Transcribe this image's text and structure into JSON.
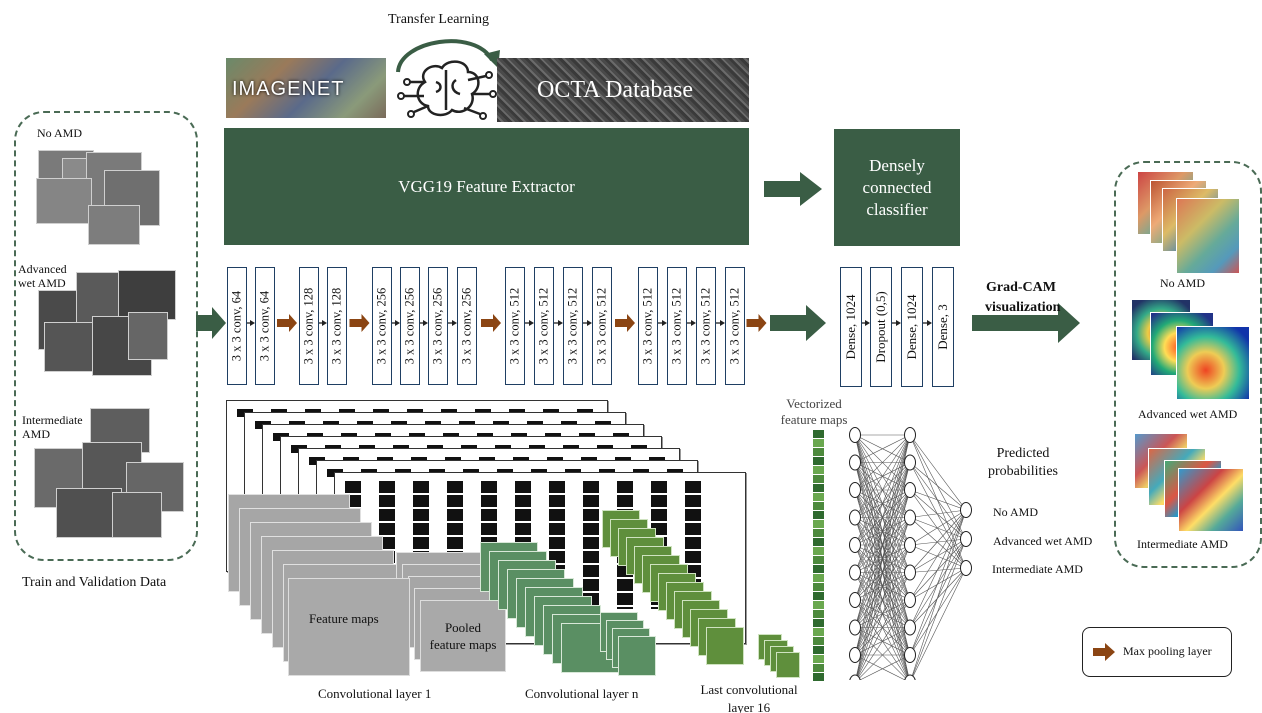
{
  "transfer": {
    "label": "Transfer Learning",
    "imagenet_logo": "IMAGENET",
    "octa_label": "OCTA Database"
  },
  "train": {
    "caption": "Train and Validation Data",
    "classes": [
      "No AMD",
      "Advanced wet AMD",
      "Intermediate AMD"
    ],
    "class_display": {
      "no_amd": "No AMD",
      "wet_line1": "Advanced",
      "wet_line2": "wet AMD",
      "int_line1": "Intermediate",
      "int_line2": "AMD"
    }
  },
  "blocks": {
    "vgg": "VGG19 Feature Extractor",
    "classifier_l1": "Densely",
    "classifier_l2": "connected",
    "classifier_l3": "classifier"
  },
  "layers": [
    "3 x 3 conv, 64",
    "3 x 3 conv, 64",
    "3 x 3 conv, 128",
    "3 x 3 conv, 128",
    "3 x 3 conv, 256",
    "3 x 3 conv, 256",
    "3 x 3 conv, 256",
    "3 x 3 conv, 256",
    "3 x 3 conv, 512",
    "3 x 3 conv, 512",
    "3 x 3 conv, 512",
    "3 x 3 conv, 512",
    "3 x 3 conv, 512",
    "3 x 3 conv, 512",
    "3 x 3 conv, 512",
    "3 x 3 conv, 512"
  ],
  "dense_layers": [
    "Dense, 1024",
    "Dropout (0,5)",
    "Dense, 1024",
    "Dense, 3"
  ],
  "gradcam": {
    "l1": "Grad-CAM",
    "l2": "visualization"
  },
  "bottom": {
    "feature_maps": "Feature maps",
    "pooled_l1": "Pooled",
    "pooled_l2": "feature maps",
    "conv1": "Convolutional layer 1",
    "convn": "Convolutional layer n",
    "last_l1": "Last convolutional",
    "last_l2": "layer 16",
    "vector_l1": "Vectorized",
    "vector_l2": "feature maps",
    "pred_l1": "Predicted",
    "pred_l2": "probabilities",
    "outputs": [
      "No AMD",
      "Advanced wet AMD",
      "Intermediate AMD"
    ]
  },
  "results": {
    "labels": [
      "No AMD",
      "Advanced wet AMD",
      "Intermediate AMD"
    ]
  },
  "legend": {
    "label": "Max pooling layer"
  },
  "colors": {
    "dark_green": "#3a5d45",
    "maxpool_brown": "#8b4513",
    "layer_border": "#1f3f63",
    "mid_green": "#5a8f63",
    "bright_green": "#5f8f3c",
    "gray_block": "#a6a6a6"
  }
}
